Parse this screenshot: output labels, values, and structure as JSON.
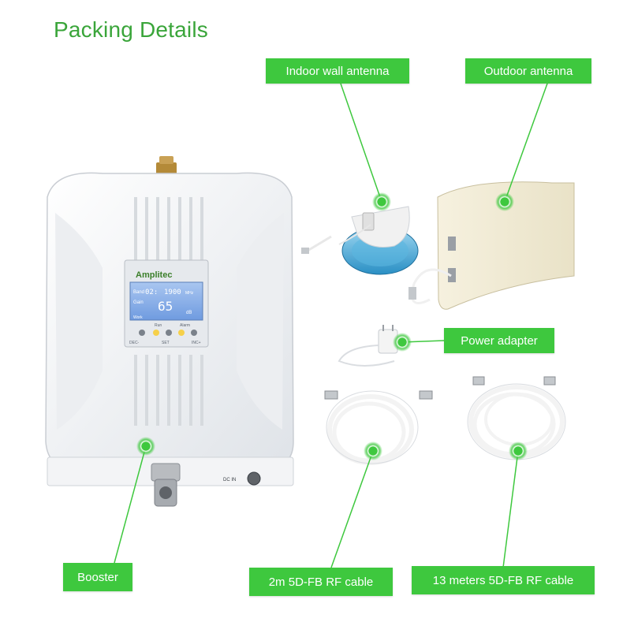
{
  "title": "Packing Details",
  "accent_color": "#3ec83e",
  "labels": {
    "indoor_antenna": "Indoor wall antenna",
    "outdoor_antenna": "Outdoor antenna",
    "power_adapter": "Power adapter",
    "booster": "Booster",
    "cable_2m": "2m 5D-FB RF cable",
    "cable_13m": "13 meters 5D-FB RF cable"
  },
  "booster_device": {
    "brand": "Amplitec",
    "screen": {
      "band_label": "Band",
      "band_value": "02:",
      "freq_value": "1900",
      "freq_unit": "MHz",
      "gain_label": "Gain",
      "gain_value": "65",
      "gain_unit": "dB",
      "work_label": "Work",
      "run_label": "Run",
      "alarm_label": "Alarm",
      "dec_label": "DEC-",
      "set_label": "SET",
      "inc_label": "INC+"
    },
    "port_label": "DC IN"
  }
}
